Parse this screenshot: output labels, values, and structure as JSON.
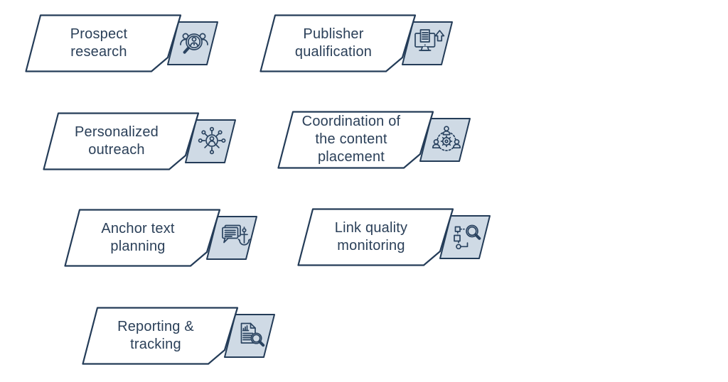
{
  "palette": {
    "background": "#ffffff",
    "accent_stroke": "#243c58",
    "text_color": "#2b4059",
    "chip_fill": "#cfdae5",
    "banner_fill": "#ffffff"
  },
  "cards": [
    {
      "label": "Prospect research",
      "icon": "people-search-icon"
    },
    {
      "label": "Publisher qualification",
      "icon": "monitor-upload-icon"
    },
    {
      "label": "Personalized outreach",
      "icon": "outreach-network-icon"
    },
    {
      "label": "Coordination of the content placement",
      "icon": "team-gear-icon"
    },
    {
      "label": "Anchor text planning",
      "icon": "speech-bubble-anchor-icon"
    },
    {
      "label": "Link quality monitoring",
      "icon": "flowchart-magnifier-icon"
    },
    {
      "label": "Reporting & tracking",
      "icon": "report-magnifier-icon"
    }
  ]
}
